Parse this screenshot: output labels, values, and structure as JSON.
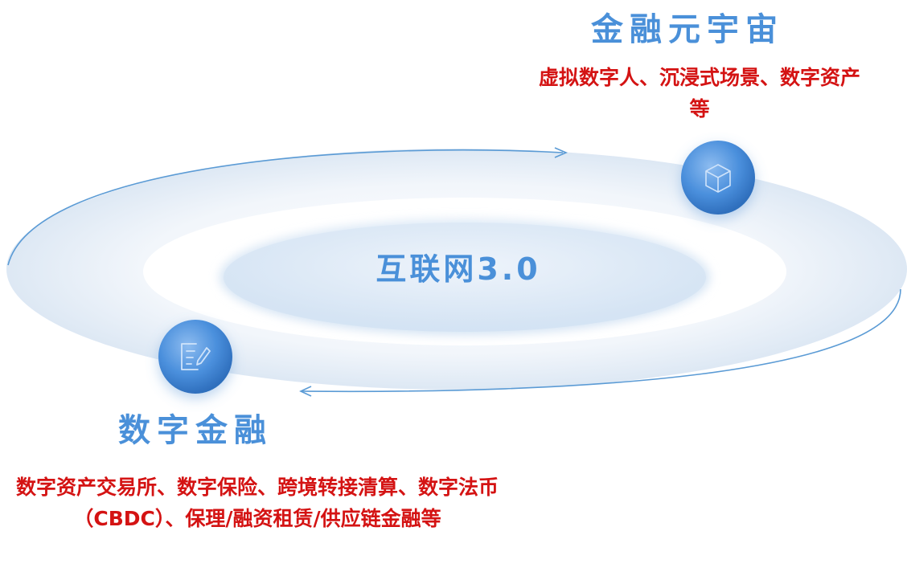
{
  "center": {
    "label": "互联网3.0"
  },
  "nodes": {
    "metaverse": {
      "title": "金融元宇宙",
      "description": "虚拟数字人、沉浸式场景、数字资产等",
      "icon": "cube-icon"
    },
    "digital_finance": {
      "title": "数字金融",
      "description": "数字资产交易所、数字保险、跨境转接清算、数字法币（CBDC）、保理/融资租赁/供应链金融等",
      "icon": "document-edit-icon"
    }
  },
  "colors": {
    "title_blue": "#4a90d9",
    "desc_red": "#d41313",
    "orbit_line": "#5b9bd5",
    "node_fill": "#3d85d6"
  }
}
